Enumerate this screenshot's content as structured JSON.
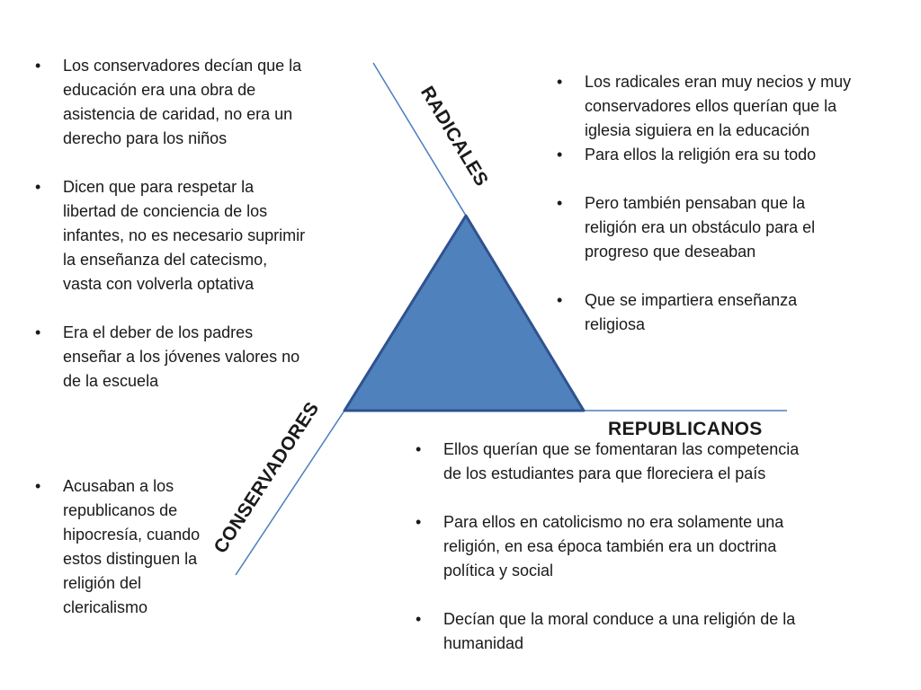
{
  "labels": {
    "radicales": "RADICALES",
    "republicanos": "REPUBLICANOS",
    "conservadores": "CONSERVADORES"
  },
  "colors": {
    "triangle_fill": "#4f81bd",
    "triangle_stroke": "#2f528f",
    "line": "#4a7ebb"
  },
  "conservadores_points": [
    "Los conservadores decían que la educación era una obra de asistencia de caridad, no era un derecho para los niños",
    "Dicen que para respetar la libertad de conciencia de los infantes, no es necesario suprimir la enseñanza del catecismo, vasta con volverla optativa",
    "Era el deber de los padres enseñar a los jóvenes valores no de la escuela",
    "Acusaban a los republicanos de hipocresía, cuando estos distinguen la religión del clericalismo"
  ],
  "radicales_points": [
    "Los radicales eran muy necios y muy conservadores ellos querían que la iglesia siguiera en la educación",
    "Para ellos la religión era su todo",
    "Pero también pensaban que la religión era un obstáculo para el progreso que deseaban",
    "Que se impartiera  enseñanza religiosa"
  ],
  "republicanos_points": [
    "Ellos querían que se fomentaran las competencia de los estudiantes para que floreciera el país",
    "Para ellos en catolicismo no era solamente una religión, en esa época también era un doctrina política y social",
    "Decían que la moral conduce  a una religión de la humanidad"
  ]
}
